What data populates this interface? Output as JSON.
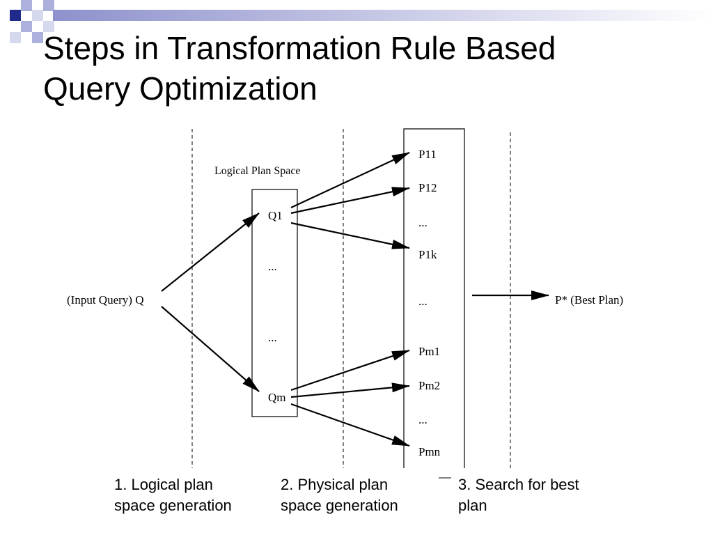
{
  "slide": {
    "title_line1": "Steps in Transformation Rule Based",
    "title_line2": "Query Optimization",
    "accent_colors": {
      "navy": "#1f2a8a",
      "lavender": "#aeb0dc",
      "light": "#d6d8ee",
      "bar_start": "#8e91cc",
      "bar_end": "#ffffff"
    }
  },
  "diagram": {
    "logical_plan_space_label": "Logical Plan Space",
    "input_label": "(Input Query) Q",
    "logical_plans": [
      "Q1",
      "...",
      "...",
      "Qm"
    ],
    "physical_plans": [
      "P11",
      "P12",
      "...",
      "P1k",
      "...",
      "Pm1",
      "Pm2",
      "...",
      "Pmn"
    ],
    "result_label": "P* (Best Plan)"
  },
  "steps": [
    {
      "line1": "1. Logical plan",
      "line2": "space generation"
    },
    {
      "line1": "2. Physical plan",
      "line2": "space generation"
    },
    {
      "line1": "3. Search for best",
      "line2": "plan"
    }
  ]
}
